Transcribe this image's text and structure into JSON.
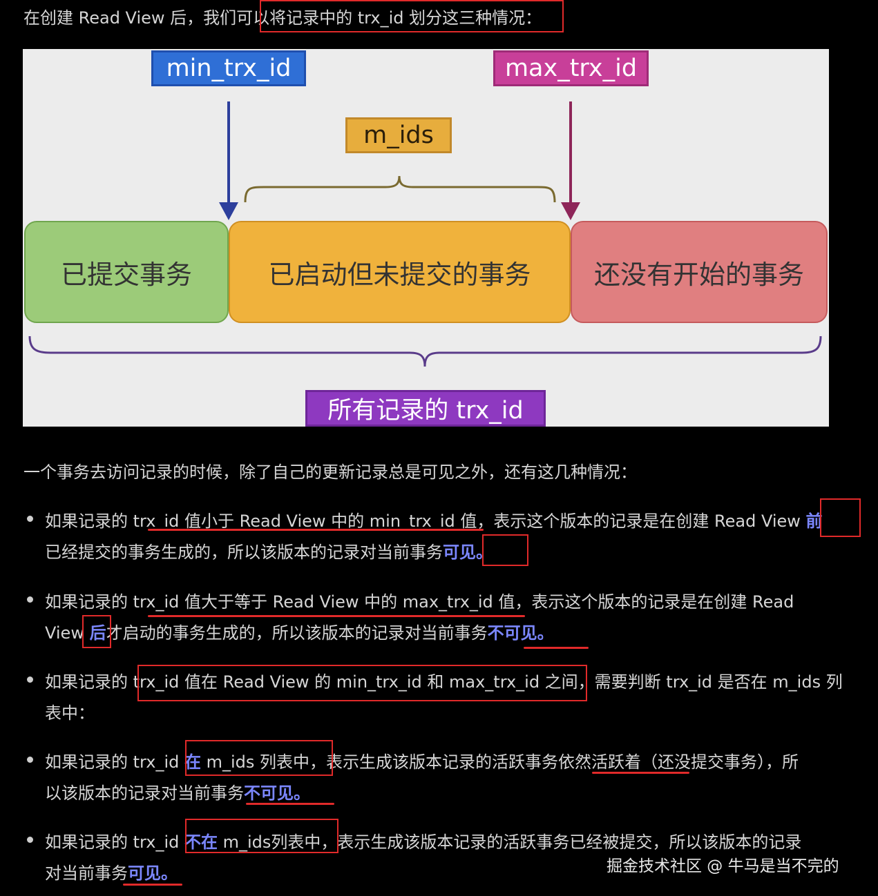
{
  "intro": "在创建 Read View 后，我们可以将记录中的 trx_id 划分这三种情况：",
  "diagram": {
    "min_label": "min_trx_id",
    "max_label": "max_trx_id",
    "mids_label": "m_ids",
    "segments": [
      "已提交事务",
      "已启动但未提交的事务",
      "还没有开始的事务"
    ],
    "all_label": "所有记录的 trx_id",
    "colors": {
      "min": "#2f6fd6",
      "max": "#c83f99",
      "mids": "#e7ad3d",
      "all": "#8e39c0",
      "committed": "#9ccb79",
      "active": "#f0b23c",
      "future": "#e07f80"
    }
  },
  "paragraph": "一个事务去访问记录的时候，除了自己的更新记录总是可见之外，还有这几种情况：",
  "bullets": [
    {
      "line1_a": "如果记录的 trx_id 值小于 Read View 中的 min_trx_id 值，表示这个版本的记录是在创建 Read View ",
      "line1_hl": "前",
      "line2_a": "已经提交的事务生成的，所以该版本的记录对当前事务",
      "line2_hl": "可见。"
    },
    {
      "line1_a": "如果记录的 trx_id 值大于等于 Read View 中的 max_trx_id 值，表示这个版本的记录是在创建 Read",
      "line2_a": "View ",
      "line2_hl1": "后",
      "line2_b": "才启动的事务生成的，所以该版本的记录对当前事务",
      "line2_hl2": "不可见。"
    },
    {
      "line1_a": "如果记录的 trx_id 值在 Read View 的 min_trx_id 和 max_trx_id 之间，需要判断 trx_id 是否在 m_ids 列",
      "line2_a": "表中："
    },
    {
      "line1_a": "如果记录的 trx_id ",
      "line1_hl": "在",
      "line1_b": " m_ids 列表中，表示生成该版本记录的活跃事务依然活跃着（还没提交事务），所",
      "line2_a": "以该版本的记录对当前事务",
      "line2_hl": "不可见。"
    },
    {
      "line1_a": "如果记录的 trx_id ",
      "line1_hl": "不在",
      "line1_b": " m_ids列表中，表示生成该版本记录的活跃事务已经被提交，所以该版本的记录",
      "line2_a": "对当前事务",
      "line2_hl": "可见。"
    }
  ],
  "watermark": "掘金技术社区 @ 牛马是当不完的"
}
